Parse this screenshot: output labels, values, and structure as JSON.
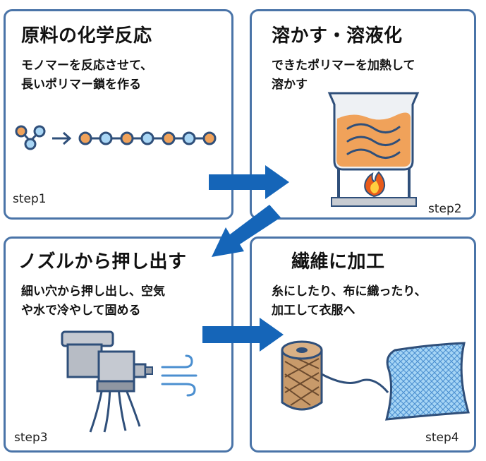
{
  "steps": [
    {
      "title": "原料の化学反応",
      "desc_lines": [
        "モノマーを反応させて、",
        "長いポリマー鎖を作る"
      ],
      "label": "step1",
      "icons": [
        "monomer-icon",
        "polymer-chain-icon"
      ]
    },
    {
      "title": "溶かす・溶液化",
      "desc_lines": [
        "できたポリマーを加熱して",
        "溶かす"
      ],
      "label": "step2",
      "icons": [
        "heated-beaker-icon",
        "flame-icon"
      ]
    },
    {
      "title": "ノズルから押し出す",
      "desc_lines": [
        "細い穴から押し出し、空気",
        "や水で冷やして固める"
      ],
      "label": "step3",
      "icons": [
        "nozzle-icon",
        "air-flow-icon"
      ]
    },
    {
      "title": "繊維に加工",
      "desc_lines": [
        "糸にしたり、布に織ったり、",
        "加工して衣服へ"
      ],
      "label": "step4",
      "icons": [
        "thread-spool-icon",
        "woven-fabric-icon"
      ]
    }
  ],
  "colors": {
    "border": "#4a74a8",
    "arrow": "#1565b8",
    "monomer_orange": "#f0a25a",
    "monomer_blue": "#a9d6f5",
    "liquid": "#f0a25a",
    "fabric": "#9fd0f3",
    "spool": "#c89a6a"
  }
}
